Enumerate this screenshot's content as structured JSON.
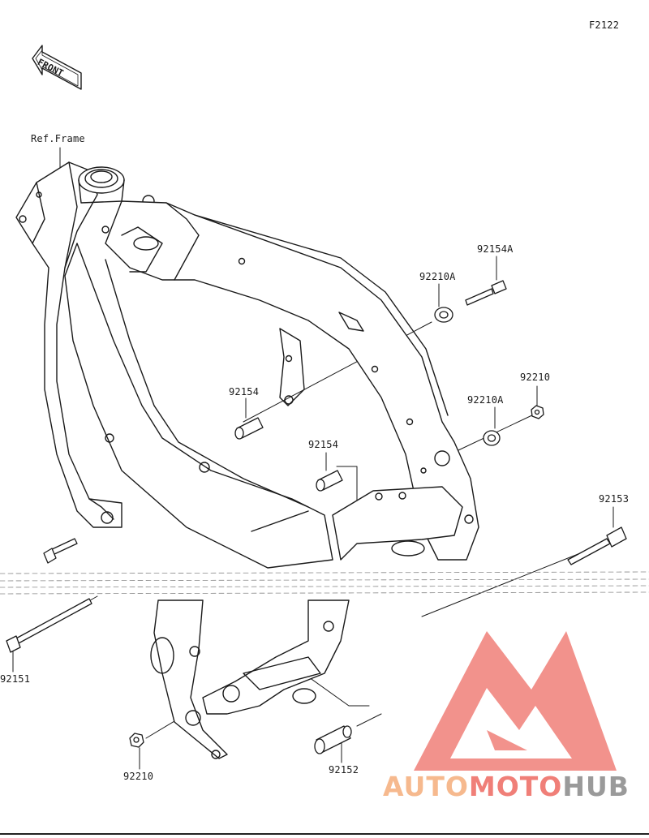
{
  "figure_code": "F2122",
  "front_label": "FRONT",
  "ref_label": "Ref.Frame",
  "parts": {
    "p92154A": "92154A",
    "p92210A_top": "92210A",
    "p92210_top": "92210",
    "p92210A_mid": "92210A",
    "p92154_a": "92154",
    "p92154_b": "92154",
    "p92153": "92153",
    "p92151": "92151",
    "p92210_bottom": "92210",
    "p92152": "92152"
  },
  "watermark": {
    "part1": "AUTO",
    "part2": "MOTO",
    "part3": "HUB",
    "colors": {
      "orange": "#f6b98e",
      "red": "#f07f78",
      "gray": "#9a9a9a"
    }
  }
}
